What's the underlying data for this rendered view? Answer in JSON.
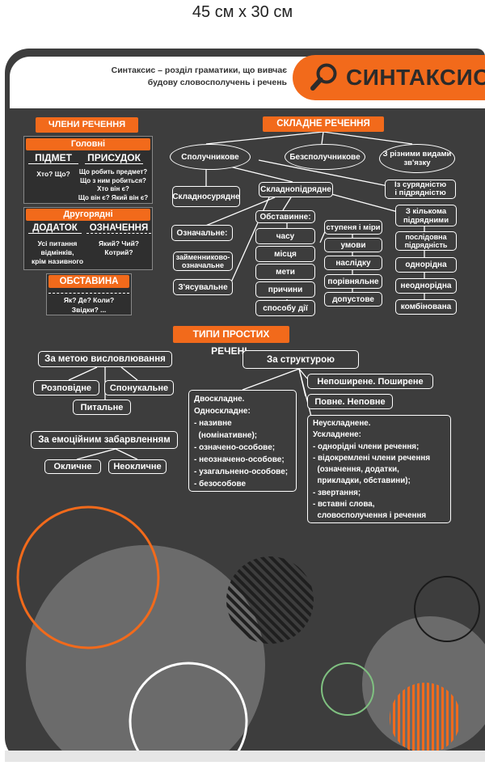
{
  "size_label": "45 см х 30 см",
  "header": {
    "subtitle_line1": "Синтаксис – розділ граматики, що вивчає",
    "subtitle_line2": "будову словосполучень і речень",
    "title": "СИНТАКСИС",
    "icon": "magnifier-icon"
  },
  "members": {
    "title": "ЧЛЕНИ РЕЧЕННЯ",
    "main_title": "Головні",
    "subject": "ПІДМЕТ",
    "subject_q": "Хто? Що?",
    "predicate": "ПРИСУДОК",
    "predicate_q1": "Що робить предмет?",
    "predicate_q2": "Що з ним робиться?",
    "predicate_q3": "Хто він є?",
    "predicate_q4": "Що він є? Який він є?",
    "secondary_title": "Другорядні",
    "object": "ДОДАТОК",
    "object_q1": "Усі питання",
    "object_q2": "відмінків,",
    "object_q3": "крім називного",
    "attribute": "ОЗНАЧЕННЯ",
    "attribute_q1": "Який? Чий?",
    "attribute_q2": "Котрий?",
    "adverbial": "ОБСТАВИНА",
    "adverbial_q1": "Як? Де? Коли?",
    "adverbial_q2": "Звідки? ..."
  },
  "complex": {
    "title": "СКЛАДНЕ  РЕЧЕННЯ",
    "conj": "Сполучникове",
    "nonconj": "Безсполучникове",
    "mixed_line1": "З різними видами",
    "mixed_line2": "зв'язку",
    "compound": "Складносурядне",
    "complexsub": "Складнопідрядне",
    "coord_sub_line1": "Із сурядністю",
    "coord_sub_line2": "і підрядністю",
    "attributive": "Означальне:",
    "pronominal_line1": "займенниково-",
    "pronominal_line2": "означальне",
    "explanatory": "З'ясувальне",
    "adverbial_title": "Обставинне:",
    "adv_items": [
      "часу",
      "місця",
      "мети",
      "причини",
      "способу дії"
    ],
    "degree_items": [
      "ступеня і міри",
      "умови",
      "наслідку",
      "порівняльне",
      "допустове"
    ],
    "multi_line1": "З кількома",
    "multi_line2": "підрядними",
    "sequential_line1": "послідовна",
    "sequential_line2": "підрядність",
    "multi_items": [
      "однорідна",
      "неоднорідна",
      "комбінована"
    ]
  },
  "simple": {
    "title": "ТИПИ ПРОСТИХ РЕЧЕНЬ",
    "by_purpose": "За метою висловлювання",
    "declarative": "Розповідне",
    "imperative": "Спонукальне",
    "interrogative": "Питальне",
    "by_emotion": "За емоційним забарвленням",
    "exclamatory": "Окличне",
    "nonexclamatory": "Неокличне",
    "by_structure": "За структурою",
    "nonextended": "Непоширене. Поширене",
    "full": "Повне. Неповне",
    "two_part": [
      "Двоскладне.",
      "Односкладне:",
      "- називне",
      "  (номінативне);",
      "- означено-особове;",
      "- неозначено-особове;",
      "- узагальнено-особове;",
      "- безособове"
    ],
    "complicated": [
      "Неускладнене.",
      "Ускладнене:",
      "- однорідні члени речення;",
      "- відокремлені члени речення",
      "  (означення, додатки,",
      "  прикладки, обставини);",
      "- звертання;",
      "- вставні слова,",
      "  словосполучення і речення"
    ]
  },
  "colors": {
    "accent": "#f26a1b",
    "board": "#3d3d3d",
    "text": "#ffffff"
  }
}
